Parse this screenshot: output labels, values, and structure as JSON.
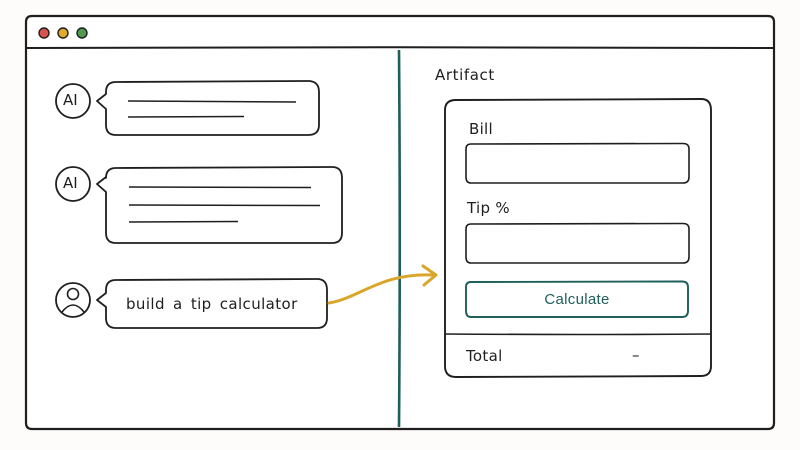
{
  "window": {
    "dots": [
      {
        "name": "close",
        "color": "#d9534f"
      },
      {
        "name": "minimize",
        "color": "#e3a92b"
      },
      {
        "name": "maximize",
        "color": "#4f9a4f"
      }
    ]
  },
  "chat": {
    "ai_label_1": "AI",
    "ai_label_2": "AI",
    "user_message": "build a tip calculator"
  },
  "artifact": {
    "title": "Artifact",
    "bill_label": "Bill",
    "bill_value": "",
    "tip_label": "Tip %",
    "tip_value": "",
    "calculate_label": "Calculate",
    "total_label": "Total",
    "total_value": "–"
  },
  "colors": {
    "ink": "#1f1f1f",
    "divider": "#1e5e5b",
    "accent_button": "#1e5e5b",
    "arrow": "#d9a52b"
  }
}
